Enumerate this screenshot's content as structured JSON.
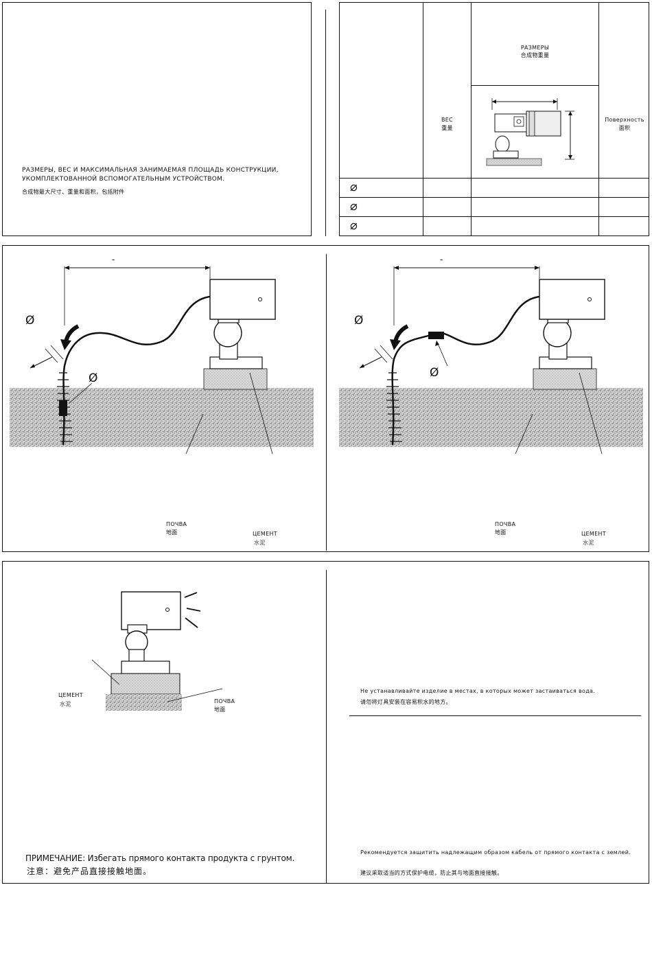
{
  "top_left": {
    "description_ru": "РАЗМЕРЫ, ВЕС И МАКСИМАЛЬНАЯ ЗАНИМАЕМАЯ ПЛОЩАДЬ КОНСТРУКЦИИ, УКОМПЛЕКТОВАННОЙ ВСПОМОГАТЕЛЬНЫМ УСТРОЙСТВОМ.",
    "description_cn": "合成物最大尺寸、重量和面积，包括附件"
  },
  "spec_table": {
    "weight_ru": "ВЕС",
    "weight_cn": "重量",
    "dims_ru": "РАЗМЕРЫ",
    "dims_cn": "合成物重量",
    "surface_ru": "Поверхность",
    "surface_cn": "面积",
    "rows": [
      {
        "symbol": "⌀"
      },
      {
        "symbol": "⌀"
      },
      {
        "symbol": "⌀"
      }
    ]
  },
  "installation": {
    "left": {
      "diameter_a": "Ø",
      "diameter_b": "Ø",
      "dim_mark": "-",
      "soil_ru": "ПОЧВА",
      "soil_cn": "地面",
      "cement_ru": "ЦЕМЕНТ",
      "cement_cn": "水泥"
    },
    "right": {
      "diameter_a": "Ø",
      "diameter_b": "Ø",
      "dim_mark": "-",
      "soil_ru": "ПОЧВА",
      "soil_cn": "地面",
      "cement_ru": "ЦЕМЕНТ",
      "cement_cn": "水泥"
    }
  },
  "bottom_left": {
    "cement_ru": "ЦЕМЕНТ",
    "cement_cn": "水泥",
    "soil_ru": "ПОЧВА",
    "soil_cn": "地面",
    "note_ru": "ПРИМЕЧАНИЕ: Избегать прямого контакта продукта с грунтом.",
    "note_cn": "注意：避免产品直接接触地面。"
  },
  "bottom_right": {
    "water_ru": "Не устанавливайте изделие в местах, в которых может застаиваться вода.",
    "water_cn": "请勿将灯具安装在容易积水的地方。",
    "cable_ru": "Рекомендуется защитить надлежащим образом кабель от прямого контакта с землей.",
    "cable_cn": "建议采取适当的方式保护电缆，防止其与地面直接接触。"
  },
  "colors": {
    "line": "#111111",
    "soil_fill": "#c8c8c8",
    "cement_fill": "#d9d9d9"
  }
}
